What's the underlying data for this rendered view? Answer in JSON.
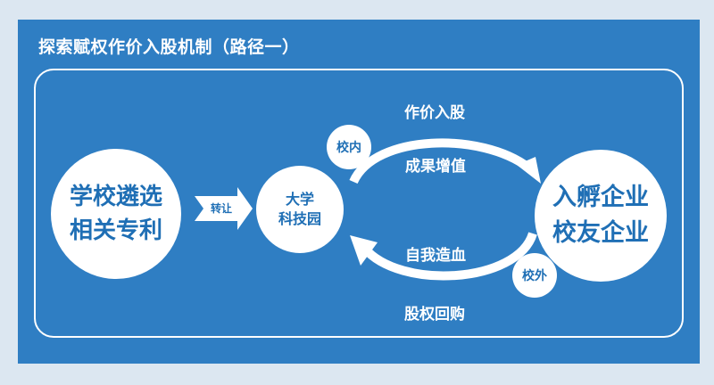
{
  "title": "探索赋权作价入股机制（路径一）",
  "left_circle": {
    "line1": "学校遴选",
    "line2": "相关专利"
  },
  "transfer_label": "转让",
  "middle_circle": {
    "line1": "大学",
    "line2": "科技园"
  },
  "right_circle": {
    "line1": "入孵企业",
    "line2": "校友企业"
  },
  "top_arc": {
    "above": "作价入股",
    "inside": "成果增值",
    "tag": "校内"
  },
  "bottom_arc": {
    "inside": "自我造血",
    "below": "股权回购",
    "tag": "校外"
  },
  "colors": {
    "panel": "#2f7ec3",
    "text": "#1f6fb5",
    "white": "#ffffff",
    "background": "#dce7f1"
  }
}
